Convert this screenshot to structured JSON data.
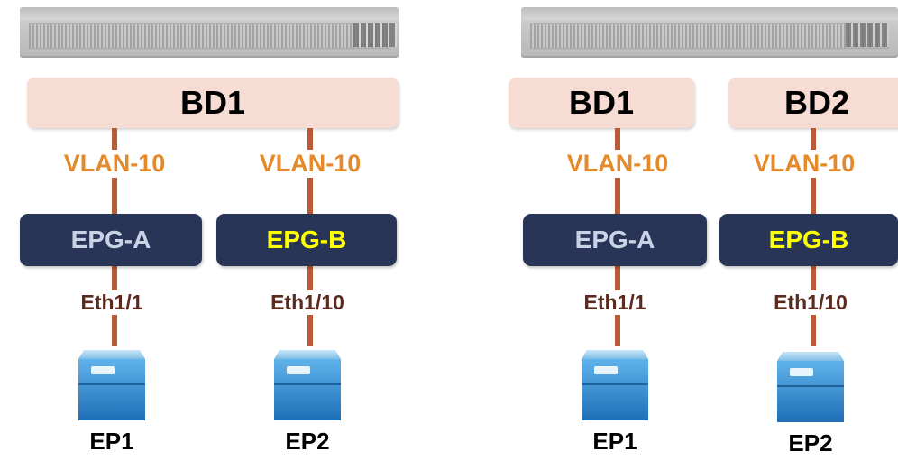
{
  "left_panel": {
    "bridge_domains": [
      {
        "label": "BD1"
      }
    ],
    "endpoint_groups": [
      {
        "vlan": "VLAN-10",
        "epg": "EPG-A",
        "epg_color": "#c9d3e6",
        "interface": "Eth1/1",
        "endpoint": "EP1"
      },
      {
        "vlan": "VLAN-10",
        "epg": "EPG-B",
        "epg_color": "#ffff00",
        "interface": "Eth1/10",
        "endpoint": "EP2"
      }
    ]
  },
  "right_panel": {
    "bridge_domains": [
      {
        "label": "BD1"
      },
      {
        "label": "BD2"
      }
    ],
    "endpoint_groups": [
      {
        "vlan": "VLAN-10",
        "epg": "EPG-A",
        "epg_color": "#c9d3e6",
        "interface": "Eth1/1",
        "endpoint": "EP1"
      },
      {
        "vlan": "VLAN-10",
        "epg": "EPG-B",
        "epg_color": "#ffff00",
        "interface": "Eth1/10",
        "endpoint": "EP2"
      }
    ]
  },
  "colors": {
    "bridge_domain_fill": "#f6dcd2",
    "epg_fill": "#283556",
    "vlan_text": "#e58a2a",
    "interface_text": "#5a2b1e",
    "link": "#b95b34"
  },
  "icons": {
    "switch": "network-switch-icon",
    "endpoint": "server-icon"
  }
}
